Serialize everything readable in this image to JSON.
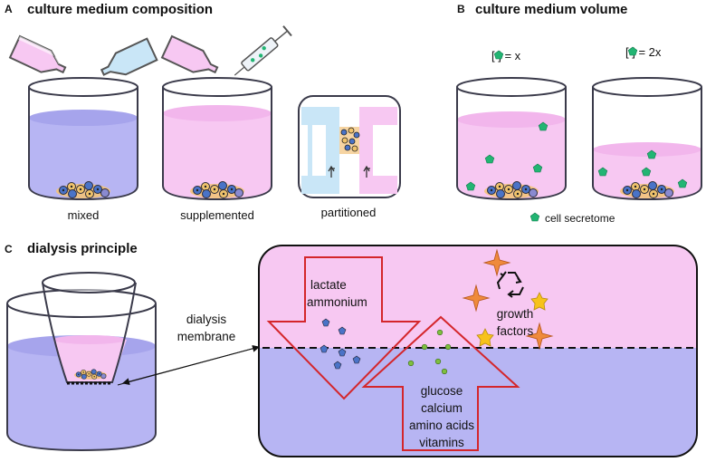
{
  "panel_a": {
    "letter": "A",
    "title": "culture medium composition",
    "beakers": [
      {
        "label": "mixed"
      },
      {
        "label": "supplemented"
      },
      {
        "label": "partitioned"
      }
    ]
  },
  "panel_b": {
    "letter": "B",
    "title": "culture medium volume",
    "conc_1": "[ ] = x",
    "conc_2": "[ ] = 2x",
    "legend": "cell secretome"
  },
  "panel_c": {
    "letter": "C",
    "title": "dialysis principle",
    "membrane_label_1": "dialysis",
    "membrane_label_2": "membrane",
    "waste_1": "lactate",
    "waste_2": "ammonium",
    "growth_1": "growth",
    "growth_2": "factors",
    "nutrients": [
      "glucose",
      "calcium",
      "amino acids",
      "vitamins"
    ]
  },
  "colors": {
    "lavender_medium": "#b7b5f3",
    "pink_medium": "#f7c8f2",
    "light_blue": "#c9e6f7",
    "secretome_green": "#22b573",
    "arrow_red": "#d4262b",
    "star_orange": "#ef8a3c",
    "star_yellow": "#f7c21b",
    "outline": "#3a3a4a"
  },
  "icons": [
    "bottle-icon",
    "syringe-icon",
    "recycle-icon",
    "growth-factor-star-icon",
    "cell-cluster-icon"
  ]
}
